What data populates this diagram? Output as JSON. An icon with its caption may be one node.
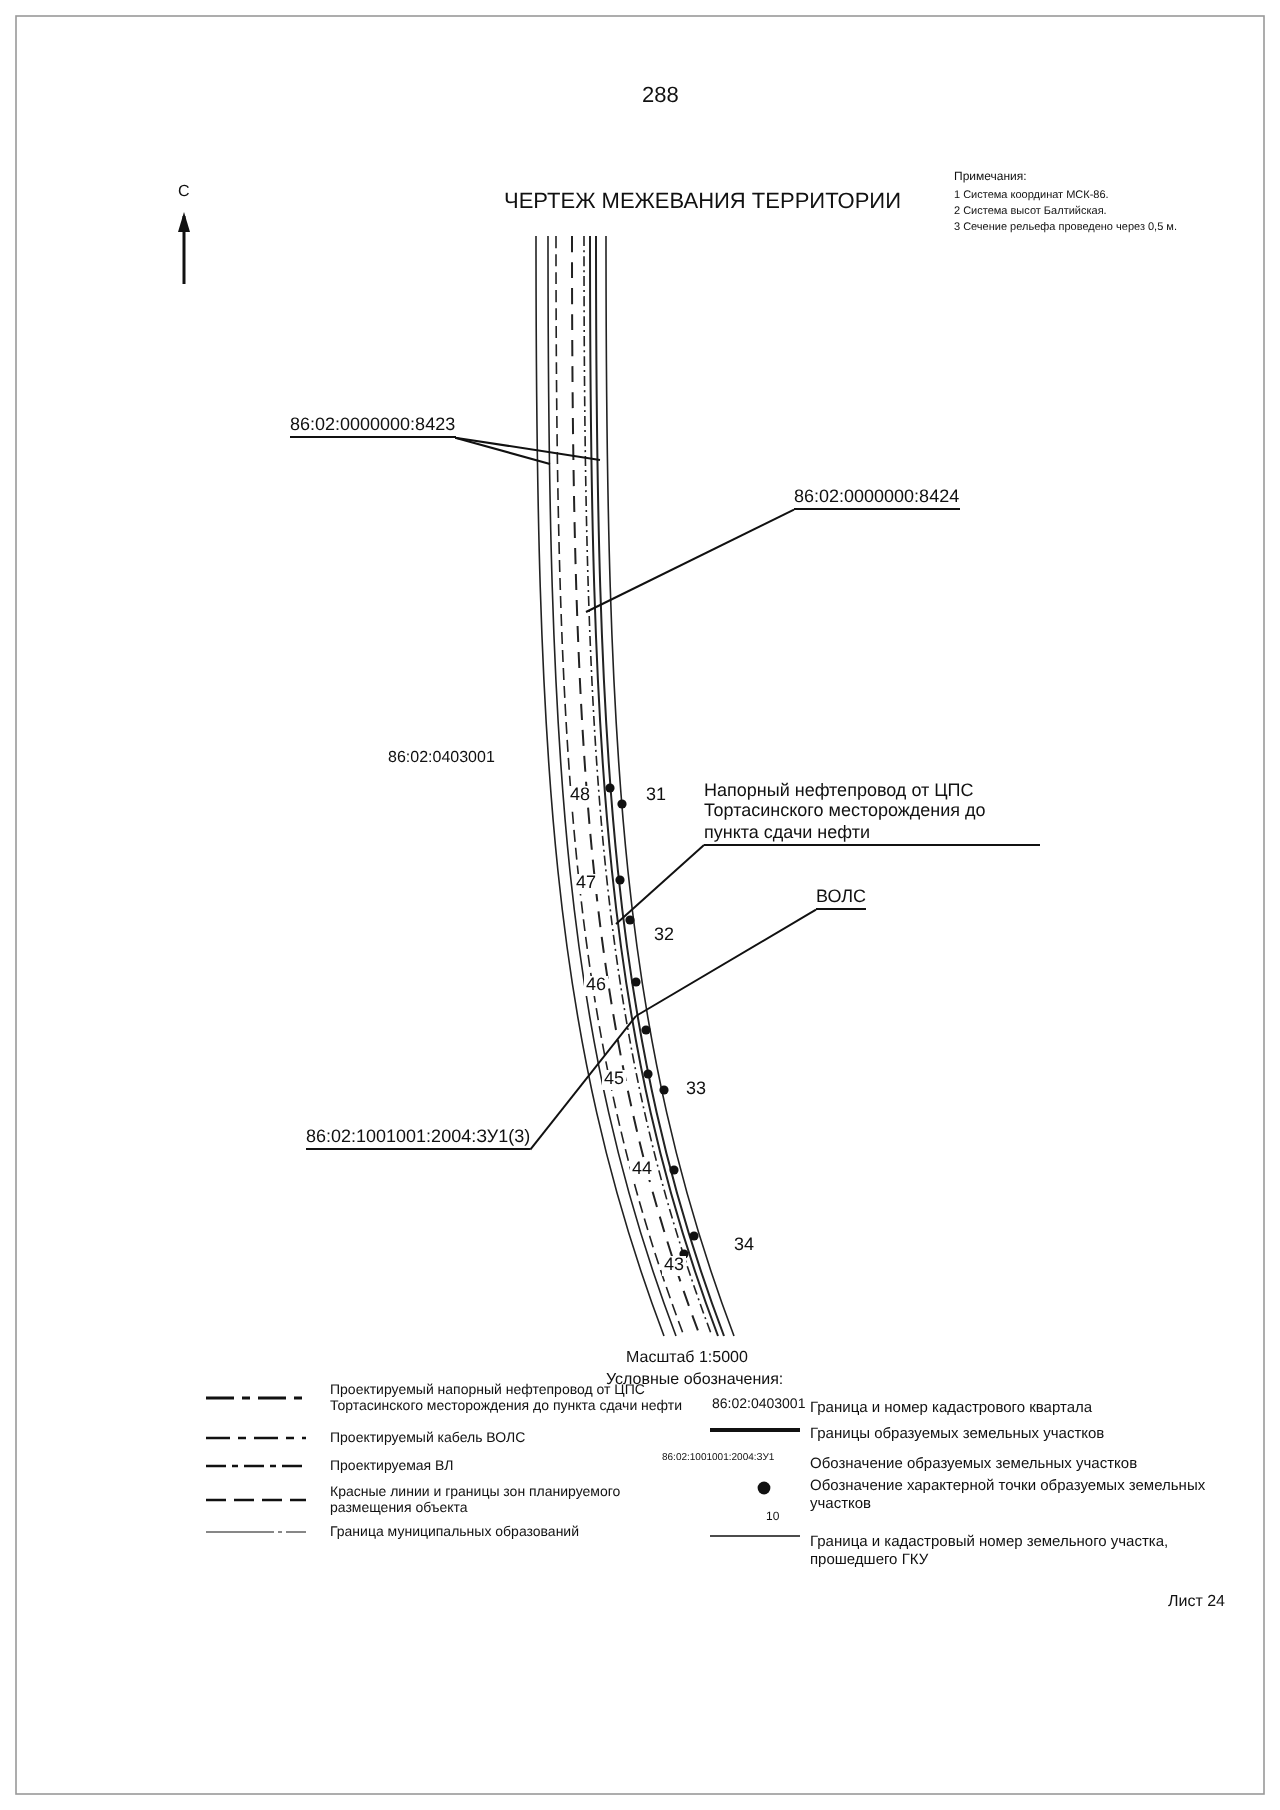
{
  "diagram": {
    "title": "ЧЕРТЕЖ МЕЖЕВАНИЯ ТЕРРИТОРИИ",
    "nodes": [
      {
        "text": [
          "86:02:0000000:8423"
        ]
      },
      {
        "text": [
          "86:02:0000000:8424"
        ]
      },
      {
        "text": [
          "Напорный нефтепровод от ЦПС Тортасинского месторождения до пункта сдачи нефти"
        ]
      },
      {
        "text": [
          "ВОЛС"
        ]
      },
      {
        "text": [
          "86:02:1001001:2004:ЗУ1(3)"
        ]
      }
    ],
    "edges": [
      {
        "from": 0,
        "to": null,
        "arrow": "none"
      },
      {
        "from": 0,
        "to": null,
        "arrow": "none"
      },
      {
        "from": 1,
        "to": null,
        "arrow": "none"
      },
      {
        "from": 2,
        "to": null,
        "arrow": "none"
      },
      {
        "from": 3,
        "to": null,
        "arrow": "none"
      },
      {
        "from": 4,
        "to": null,
        "arrow": "none"
      }
    ],
    "labels": [
      "288",
      "С",
      "Примечания:",
      "1 Система координат МСК-86.",
      "2 Система высот Балтийская.",
      "3 Сечение рельефа проведено через 0,5 м.",
      "31",
      "32",
      "33",
      "34",
      "48",
      "47",
      "46",
      "45",
      "44",
      "43",
      "86:02:0403001",
      "Масштаб 1:5000",
      "Условные обозначения:",
      "86:02:0403001",
      "86:02:1001001:2004:ЗУ1",
      "10",
      "Лист 24"
    ],
    "legend": [
      {
        "text": "Проектируемый напорный нефтепровод от ЦПС Тортасинского месторождения до пункта сдачи нефти"
      },
      {
        "text": "Проектируемый кабель ВОЛС"
      },
      {
        "text": "Проектируемая ВЛ"
      },
      {
        "text": "Красные линии и границы зон планируемого размещения объекта"
      },
      {
        "text": "Граница муниципальных образований"
      },
      {
        "text": "Граница и номер кадастрового квартала"
      },
      {
        "text": "Границы образуемых земельных участков"
      },
      {
        "text": "Обозначение образуемых земельных участков"
      },
      {
        "text": "Обозначение характерной точки образуемых земельных участков"
      },
      {
        "text": "Граница и кадастровый номер земельного участка, прошедшего ГКУ"
      }
    ]
  }
}
